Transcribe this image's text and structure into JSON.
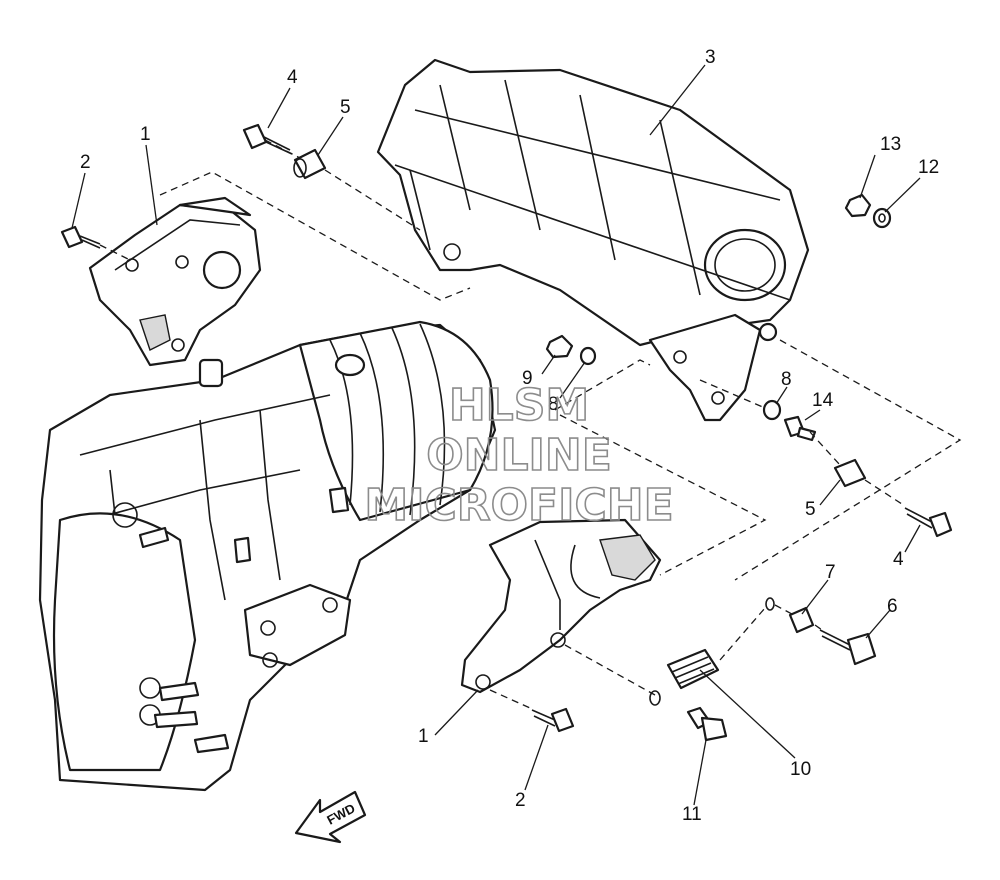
{
  "diagram": {
    "callouts": [
      {
        "id": "c1a",
        "label": "1"
      },
      {
        "id": "c2a",
        "label": "2"
      },
      {
        "id": "c3",
        "label": "3"
      },
      {
        "id": "c4a",
        "label": "4"
      },
      {
        "id": "c5a",
        "label": "5"
      },
      {
        "id": "c13",
        "label": "13"
      },
      {
        "id": "c12",
        "label": "12"
      },
      {
        "id": "c9",
        "label": "9"
      },
      {
        "id": "c8a",
        "label": "8"
      },
      {
        "id": "c8b",
        "label": "8"
      },
      {
        "id": "c14",
        "label": "14"
      },
      {
        "id": "c5b",
        "label": "5"
      },
      {
        "id": "c4b",
        "label": "4"
      },
      {
        "id": "c7",
        "label": "7"
      },
      {
        "id": "c6",
        "label": "6"
      },
      {
        "id": "c10",
        "label": "10"
      },
      {
        "id": "c1b",
        "label": "1"
      },
      {
        "id": "c2b",
        "label": "2"
      },
      {
        "id": "c11",
        "label": "11"
      }
    ],
    "fwd_label": "FWD",
    "watermark": {
      "line1": "HLSM",
      "line2": "ONLINE",
      "line3": "MICROFICHE"
    }
  }
}
